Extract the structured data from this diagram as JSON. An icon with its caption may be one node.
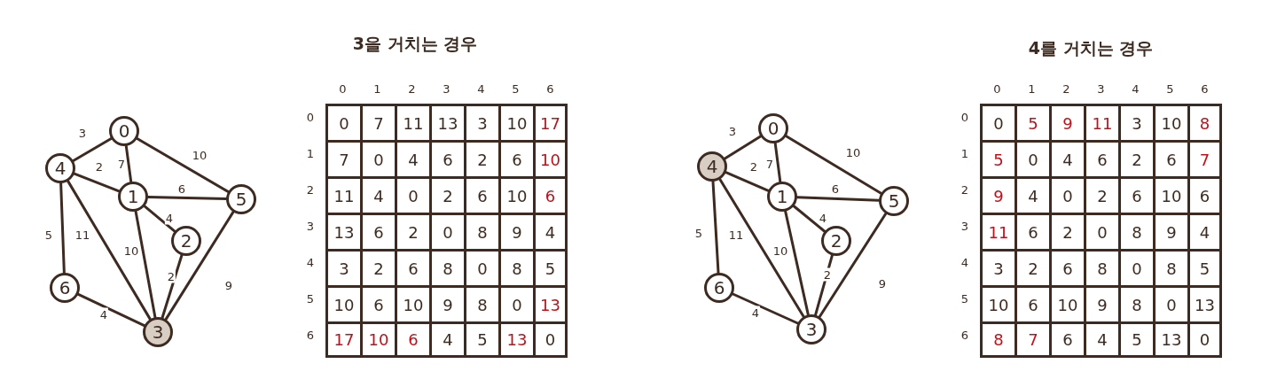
{
  "diagram": {
    "nodes": [
      {
        "text": [
          "0"
        ]
      },
      {
        "text": [
          "1"
        ]
      },
      {
        "text": [
          "2"
        ]
      },
      {
        "text": [
          "3"
        ]
      },
      {
        "text": [
          "4"
        ]
      },
      {
        "text": [
          "5"
        ]
      },
      {
        "text": [
          "6"
        ]
      },
      {
        "text": [
          "0"
        ]
      },
      {
        "text": [
          "1"
        ]
      },
      {
        "text": [
          "2"
        ]
      },
      {
        "text": [
          "3"
        ]
      },
      {
        "text": [
          "4"
        ]
      },
      {
        "text": [
          "5"
        ]
      },
      {
        "text": [
          "6"
        ]
      }
    ],
    "edges": [
      {
        "from": 4,
        "to": 0,
        "arrow": "none",
        "label": "3"
      },
      {
        "from": 4,
        "to": 1,
        "arrow": "none",
        "label": "2"
      },
      {
        "from": 0,
        "to": 1,
        "arrow": "none",
        "label": "7"
      },
      {
        "from": 0,
        "to": 5,
        "arrow": "none",
        "label": "10"
      },
      {
        "from": 1,
        "to": 5,
        "arrow": "none",
        "label": "6"
      },
      {
        "from": 1,
        "to": 2,
        "arrow": "none",
        "label": "4"
      },
      {
        "from": 4,
        "to": 3,
        "arrow": "none",
        "label": "11"
      },
      {
        "from": 1,
        "to": 3,
        "arrow": "none",
        "label": "10"
      },
      {
        "from": 4,
        "to": 6,
        "arrow": "none",
        "label": "5"
      },
      {
        "from": 6,
        "to": 3,
        "arrow": "none",
        "label": "4"
      },
      {
        "from": 2,
        "to": 3,
        "arrow": "none",
        "label": "2"
      },
      {
        "from": 5,
        "to": 3,
        "arrow": "none",
        "label": "9"
      },
      {
        "from": 11,
        "to": 7,
        "arrow": "none",
        "label": "3"
      },
      {
        "from": 11,
        "to": 8,
        "arrow": "none",
        "label": "2"
      },
      {
        "from": 7,
        "to": 8,
        "arrow": "none",
        "label": "7"
      },
      {
        "from": 7,
        "to": 12,
        "arrow": "none",
        "label": "10"
      },
      {
        "from": 8,
        "to": 12,
        "arrow": "none",
        "label": "6"
      },
      {
        "from": 8,
        "to": 9,
        "arrow": "none",
        "label": "4"
      },
      {
        "from": 11,
        "to": 10,
        "arrow": "none",
        "label": "11"
      },
      {
        "from": 8,
        "to": 10,
        "arrow": "none",
        "label": "10"
      },
      {
        "from": 11,
        "to": 13,
        "arrow": "none",
        "label": "5"
      },
      {
        "from": 13,
        "to": 10,
        "arrow": "none",
        "label": "4"
      },
      {
        "from": 9,
        "to": 10,
        "arrow": "none",
        "label": "2"
      },
      {
        "from": 12,
        "to": 10,
        "arrow": "none",
        "label": "9"
      }
    ],
    "labels": [
      "3을 거치는 경우",
      "0",
      "1",
      "2",
      "3",
      "4",
      "5",
      "6",
      "0",
      "0",
      "7",
      "11",
      "13",
      "3",
      "10",
      "17",
      "1",
      "7",
      "0",
      "4",
      "6",
      "2",
      "6",
      "10",
      "2",
      "11",
      "4",
      "0",
      "2",
      "6",
      "10",
      "6",
      "3",
      "13",
      "6",
      "2",
      "0",
      "8",
      "9",
      "4",
      "4",
      "3",
      "2",
      "6",
      "8",
      "0",
      "8",
      "5",
      "5",
      "10",
      "6",
      "10",
      "9",
      "8",
      "0",
      "13",
      "6",
      "17",
      "10",
      "6",
      "4",
      "5",
      "13",
      "0",
      "4를 거치는 경우",
      "0",
      "1",
      "2",
      "3",
      "4",
      "5",
      "6",
      "0",
      "0",
      "5",
      "9",
      "11",
      "3",
      "10",
      "8",
      "1",
      "5",
      "0",
      "4",
      "6",
      "2",
      "6",
      "7",
      "2",
      "9",
      "4",
      "0",
      "2",
      "6",
      "10",
      "6",
      "3",
      "11",
      "6",
      "2",
      "0",
      "8",
      "9",
      "4",
      "4",
      "3",
      "2",
      "6",
      "8",
      "0",
      "8",
      "5",
      "5",
      "10",
      "6",
      "10",
      "9",
      "8",
      "0",
      "13",
      "6",
      "8",
      "7",
      "6",
      "4",
      "5",
      "13",
      "0"
    ]
  }
}
